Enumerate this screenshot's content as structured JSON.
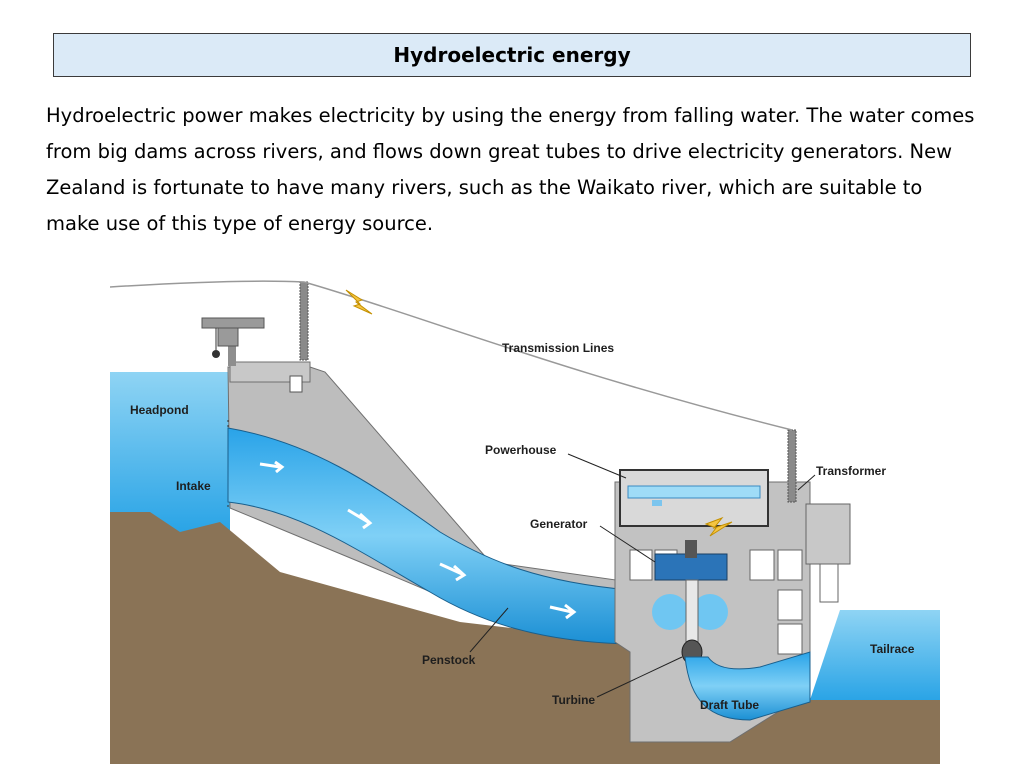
{
  "slide": {
    "title": "Hydroelectric energy",
    "body": "Hydroelectric power makes electricity by using the energy from falling water. The water comes from big dams across rivers, and flows down great tubes to drive electricity generators. New Zealand is fortunate to have many rivers, such as the Waikato river, which are suitable to make use of this type of energy source."
  },
  "diagram": {
    "labels": {
      "transmission_lines": "Transmission Lines",
      "headpond": "Headpond",
      "intake": "Intake",
      "powerhouse": "Powerhouse",
      "transformer": "Transformer",
      "generator": "Generator",
      "penstock": "Penstock",
      "turbine": "Turbine",
      "draft_tube": "Draft Tube",
      "tailrace": "Tailrace"
    },
    "colors": {
      "water": "#1e9be0",
      "water_light": "#8fd4f4",
      "earth": "#8a7356",
      "concrete": "#bdbdbd",
      "title_fill": "#dbeaf7"
    }
  }
}
